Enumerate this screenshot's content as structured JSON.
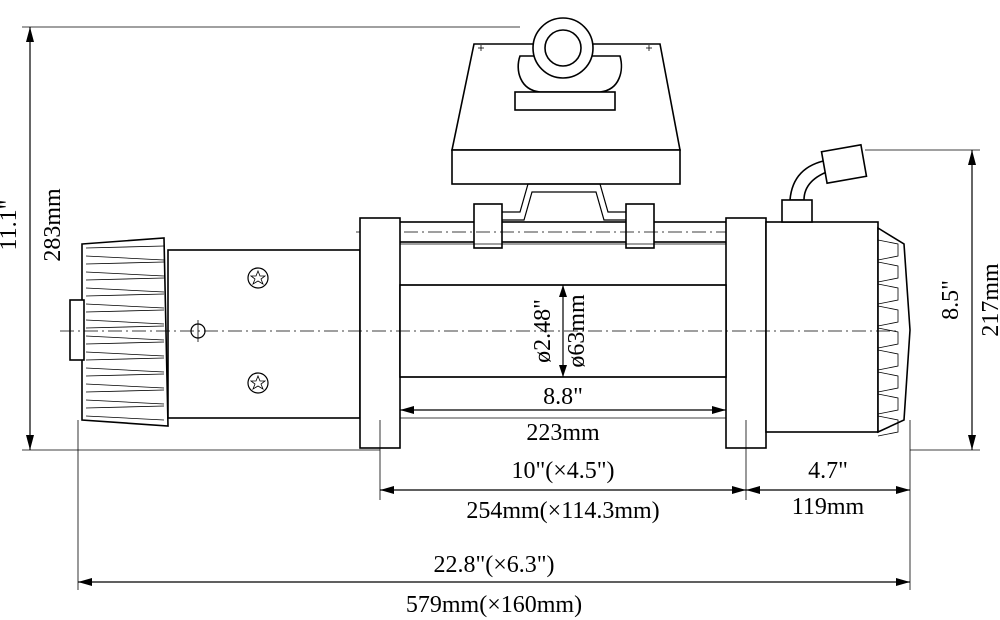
{
  "dimensions": {
    "overall_height_in": "11.1\"",
    "overall_height_mm": "283mm",
    "motor_height_in": "8.5\"",
    "motor_height_mm": "217mm",
    "drum_dia_in": "ø2.48\"",
    "drum_dia_mm": "ø63mm",
    "drum_length_in": "8.8\"",
    "drum_length_mm": "223mm",
    "mount_in": "10\"(×4.5\")",
    "mount_mm": "254mm(×114.3mm)",
    "motor_len_in": "4.7\"",
    "motor_len_mm": "119mm",
    "overall_len_in": "22.8\"(×6.3\")",
    "overall_len_mm": "579mm(×160mm)"
  }
}
